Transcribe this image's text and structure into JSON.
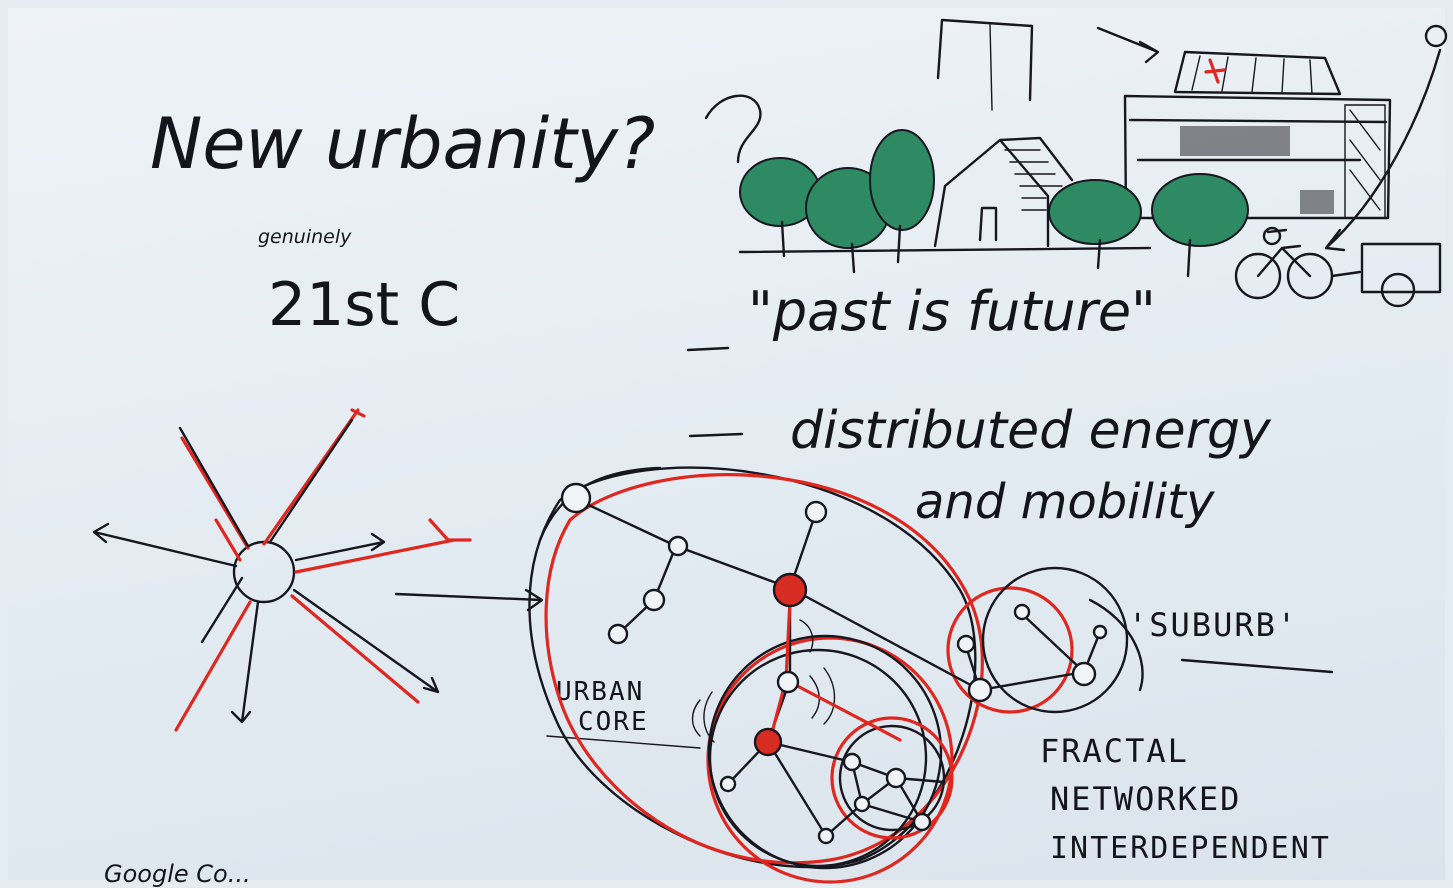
{
  "title": "New urbanity?",
  "subtitle_small": "genuinely",
  "subtitle_big": "21st C",
  "point_1": "\"past is future\"",
  "point_2_line1": "distributed energy",
  "point_2_line2": "and mobility",
  "label_suburb": "'SUBURB'",
  "label_urban_core_1": "URBAN",
  "label_urban_core_2": "CORE",
  "label_fractal": "FRACTAL",
  "label_networked": "NETWORKED",
  "label_interdependent": "INTERDEPENDENT",
  "footer_scrawl": "Google Co...",
  "colors": {
    "ink": "#17171f",
    "red_marker": "#e0271f",
    "green_marker": "#2e8a63",
    "paper": "#e8eff5"
  }
}
